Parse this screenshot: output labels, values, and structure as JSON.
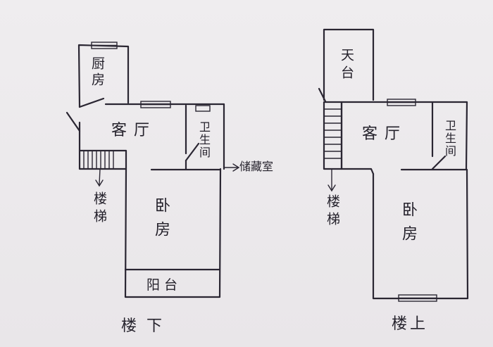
{
  "downstairs": {
    "kitchen": "厨房",
    "living_room": "客厅",
    "bathroom": "卫生间",
    "storage": "储藏室",
    "stairs": "楼梯",
    "bedroom": "卧房",
    "balcony": "阳台",
    "caption": "楼下"
  },
  "upstairs": {
    "terrace": "天台",
    "living_room": "客厅",
    "bathroom": "卫生间",
    "stairs": "楼梯",
    "bedroom": "卧房",
    "caption": "楼上"
  }
}
